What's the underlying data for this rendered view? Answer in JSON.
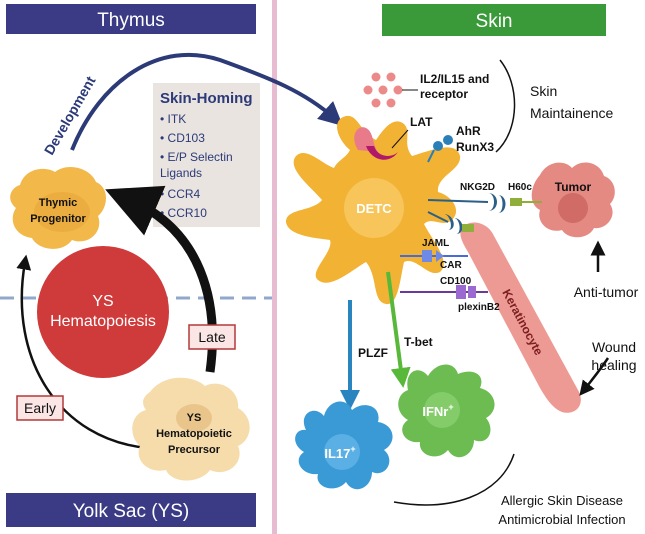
{
  "panels": {
    "thymus": "Thymus",
    "skin": "Skin",
    "yolk_sac": "Yolk Sac (YS)"
  },
  "arrows": {
    "development": "Development",
    "late": "Late",
    "early": "Early",
    "plzf": "PLZF",
    "tbet": "T-bet"
  },
  "skin_homing": {
    "title": "Skin-Homing",
    "items": [
      "• ITK",
      "• CD103",
      "• E/P Selectin",
      "Ligands",
      "• CCR4",
      "• CCR10"
    ]
  },
  "cells": {
    "thymic_progenitor": [
      "Thymic",
      "Progenitor"
    ],
    "ys_hematopoiesis": [
      "YS",
      "Hematopoiesis"
    ],
    "ys_precursor": [
      "YS",
      "Hematopoietic",
      "Precursor"
    ],
    "detc": "DETC",
    "tumor": "Tumor",
    "keratinocyte": "Keratinocyte",
    "il17": "IL17",
    "il17_sup": "+",
    "ifn": "IFNr",
    "ifn_sup": "+"
  },
  "molecules": {
    "il2": [
      "IL2/IL15 and",
      "receptor"
    ],
    "lat": "LAT",
    "ahr": [
      "AhR",
      "RunX3"
    ],
    "nkg2d": "NKG2D",
    "h60c": "H60c",
    "jaml": "JAML",
    "car": "CAR",
    "cd100": "CD100",
    "plexinb2": "plexinB2"
  },
  "outcomes": {
    "skin_maintenance": [
      "Skin",
      "Maintainence"
    ],
    "anti_tumor": "Anti-tumor",
    "wound_healing": [
      "Wound",
      "healing"
    ],
    "allergic": [
      "Allergic Skin Disease",
      "Antimicrobial Infection"
    ]
  },
  "colors": {
    "thymus_header": "#3a3a85",
    "skin_header": "#3a9a3a",
    "divider": "#e8bcd0",
    "dashed": "#90a8cc",
    "detc": "#f2b233",
    "ys_circle": "#cf3a3a",
    "precursor": "#f6dcaa",
    "tumor": "#e58a82",
    "keratinocyte": "#ee9a94",
    "il17": "#3a9ad6",
    "ifn": "#6cbc52",
    "plzf_arrow": "#2a84c0",
    "tbet_arrow": "#58b83a"
  }
}
